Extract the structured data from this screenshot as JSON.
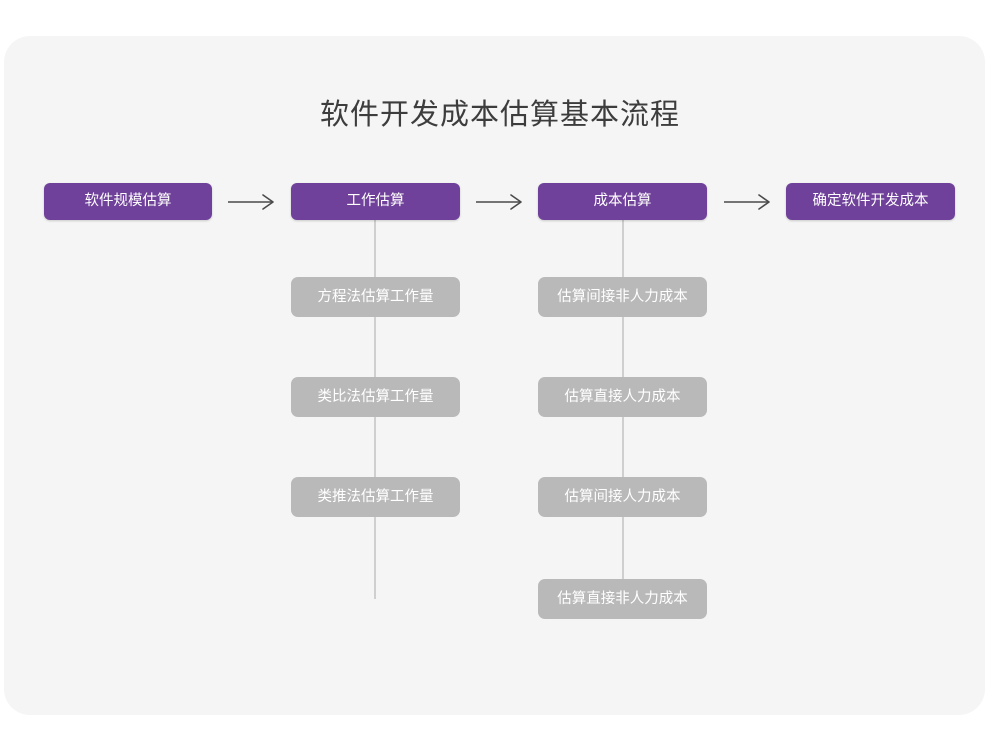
{
  "diagram": {
    "title": "软件开发成本估算基本流程",
    "type": "flowchart",
    "background_color": "#f5f5f5",
    "page_color": "#ffffff",
    "primary_color": "#70419b",
    "secondary_color": "#b9b9b9",
    "connector_color": "#cfcfcf",
    "title_color": "#3d3d3d"
  },
  "stages": [
    {
      "id": "stage-1",
      "label": "软件规模估算",
      "substeps": []
    },
    {
      "id": "stage-2",
      "label": "工作估算",
      "substeps": [
        {
          "label": "方程法估算工作量"
        },
        {
          "label": "类比法估算工作量"
        },
        {
          "label": "类推法估算工作量"
        }
      ]
    },
    {
      "id": "stage-3",
      "label": "成本估算",
      "substeps": [
        {
          "label": "估算间接非人力成本"
        },
        {
          "label": "估算直接人力成本"
        },
        {
          "label": "估算间接人力成本"
        },
        {
          "label": "估算直接非人力成本"
        }
      ]
    },
    {
      "id": "stage-4",
      "label": "确定软件开发成本",
      "substeps": []
    }
  ],
  "connectors": [
    {
      "name": "arrow-stage1-stage2",
      "from": "stage-1",
      "to": "stage-2",
      "glyph": "arrow-right-icon"
    },
    {
      "name": "arrow-stage2-stage3",
      "from": "stage-2",
      "to": "stage-3",
      "glyph": "arrow-right-icon"
    },
    {
      "name": "arrow-stage3-stage4",
      "from": "stage-3",
      "to": "stage-4",
      "glyph": "arrow-right-icon"
    }
  ]
}
